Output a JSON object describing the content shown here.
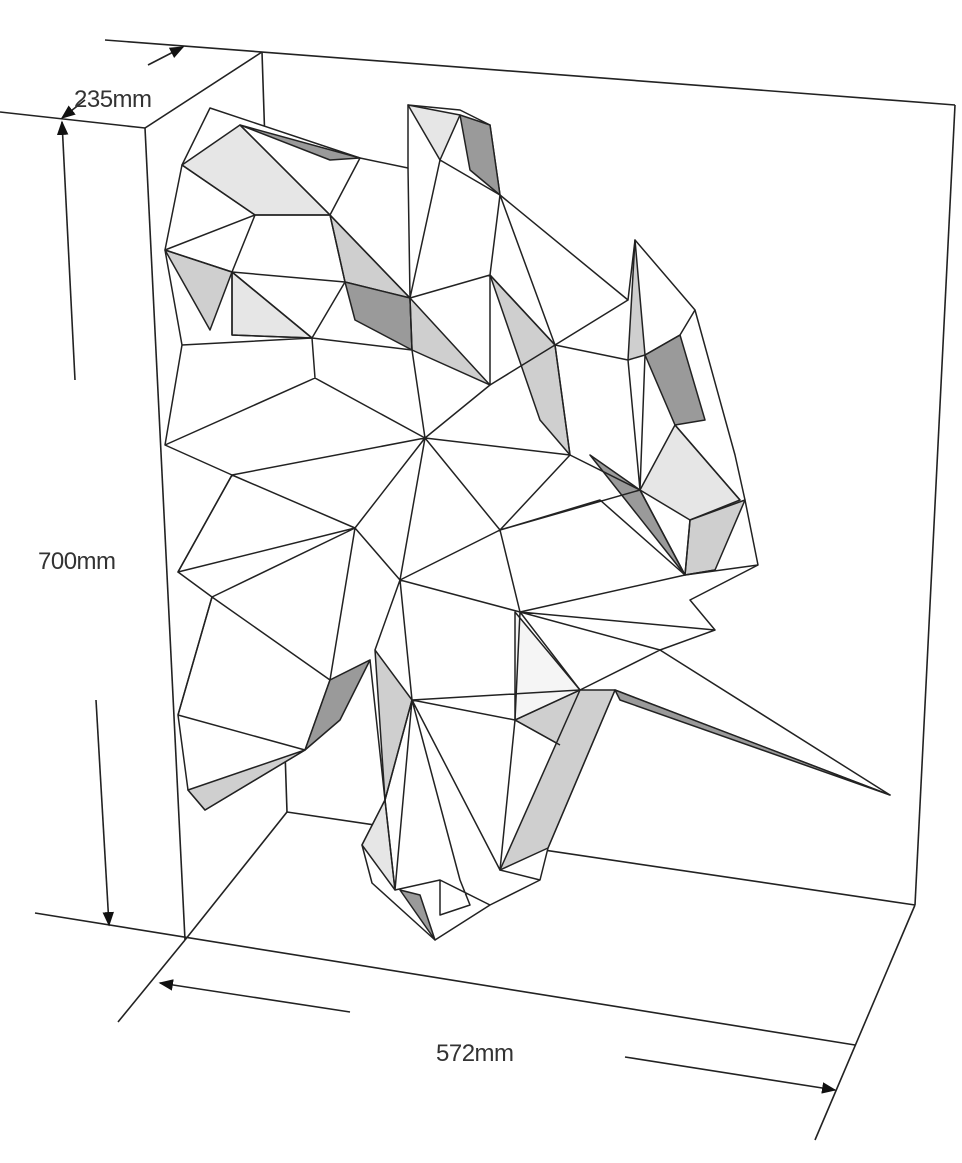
{
  "dimensions": {
    "depth": "235mm",
    "height": "700mm",
    "width": "572mm"
  },
  "colors": {
    "line": "#222222",
    "shade_light": "#e6e6e6",
    "shade_mid": "#cfcfcf",
    "shade_dark": "#9a9a9a"
  }
}
